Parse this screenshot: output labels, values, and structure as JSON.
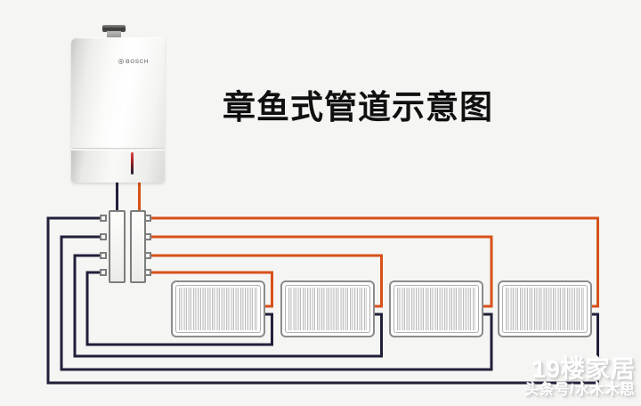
{
  "title": "章鱼式管道示意图",
  "boiler": {
    "brand": "BOSCH"
  },
  "watermark": {
    "line1": "19楼家居",
    "line2": "头条号/水木木思"
  },
  "colors": {
    "background": "#f5f5f3",
    "supply_pipe": "#d7511a",
    "return_pipe": "#20203a",
    "radiator_border": "#8c8c8c",
    "manifold_border": "#7d7d7d",
    "indicator_red": "#bb2222"
  },
  "diagram": {
    "radiator_count": 4,
    "manifold_ports_per_side": 4
  }
}
